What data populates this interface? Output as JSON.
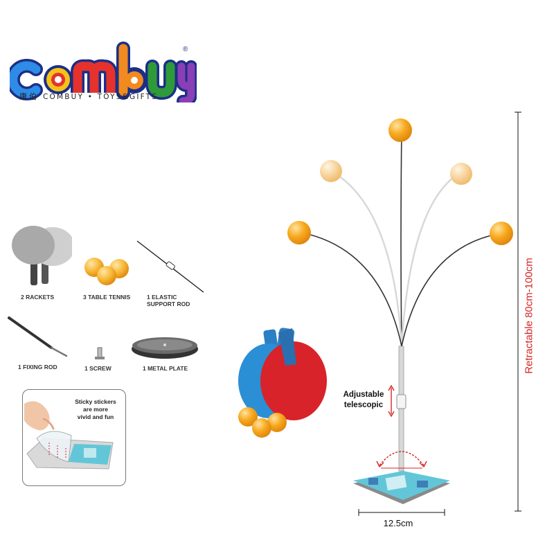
{
  "brand": {
    "name": "combuy",
    "tagline_cn": "康伯",
    "tagline": "COMBUY • TOYS&GIFTS",
    "registered_mark": "®",
    "colors": {
      "c": "#2e8be6",
      "o_outer": "#f5c21a",
      "o_inner": "#e5322d",
      "m": "#e5322d",
      "b": "#f18a1f",
      "u": "#2e9a3a",
      "y": "#8a3fb6",
      "outline": "#1b2f88"
    }
  },
  "parts": [
    {
      "label": "2 RACKETS",
      "icon": "rackets-icon"
    },
    {
      "label": "3 TABLE TENNIS",
      "icon": "balls-icon"
    },
    {
      "label_line1": "1 ELASTIC",
      "label_line2": "SUPPORT ROD",
      "icon": "elastic-rod-icon"
    },
    {
      "label": "1 FIXING ROD",
      "icon": "fixing-rod-icon"
    },
    {
      "label": "1 SCREW",
      "icon": "screw-icon"
    },
    {
      "label": "1 METAL PLATE",
      "icon": "metal-plate-icon"
    }
  ],
  "sticker_panel": {
    "line1": "Sticky stickers",
    "line2": "are more",
    "line3": "vivid and fun"
  },
  "product": {
    "adjustable_line1": "Adjustable",
    "adjustable_line2": "telescopic",
    "width_label": "12.5cm",
    "height_label": "Retractable 80cm-100cm",
    "colors": {
      "ball": "#f7a81c",
      "racket_red": "#d8232a",
      "racket_blue": "#2b8fd6",
      "base": "#62c6d8",
      "dimension_red": "#d42424"
    }
  }
}
